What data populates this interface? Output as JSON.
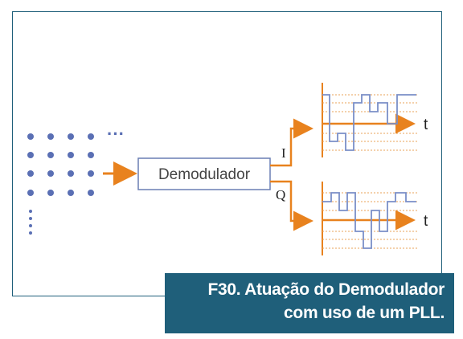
{
  "diagram": {
    "block_label": "Demodulador",
    "branch_i_label": "I",
    "branch_q_label": "Q",
    "time_axis_label": "t",
    "constellation_ellipsis": "···",
    "colors": {
      "frame": "#1f5f7a",
      "arrow": "#e8821e",
      "dots": "#5a6fb4",
      "grid": "#e8a35a",
      "signal": "#7a8fc8",
      "block_border": "#6a7fb4"
    }
  },
  "caption": {
    "line1": "F30. Atuação do Demodulador",
    "line2": "com uso de um PLL."
  }
}
